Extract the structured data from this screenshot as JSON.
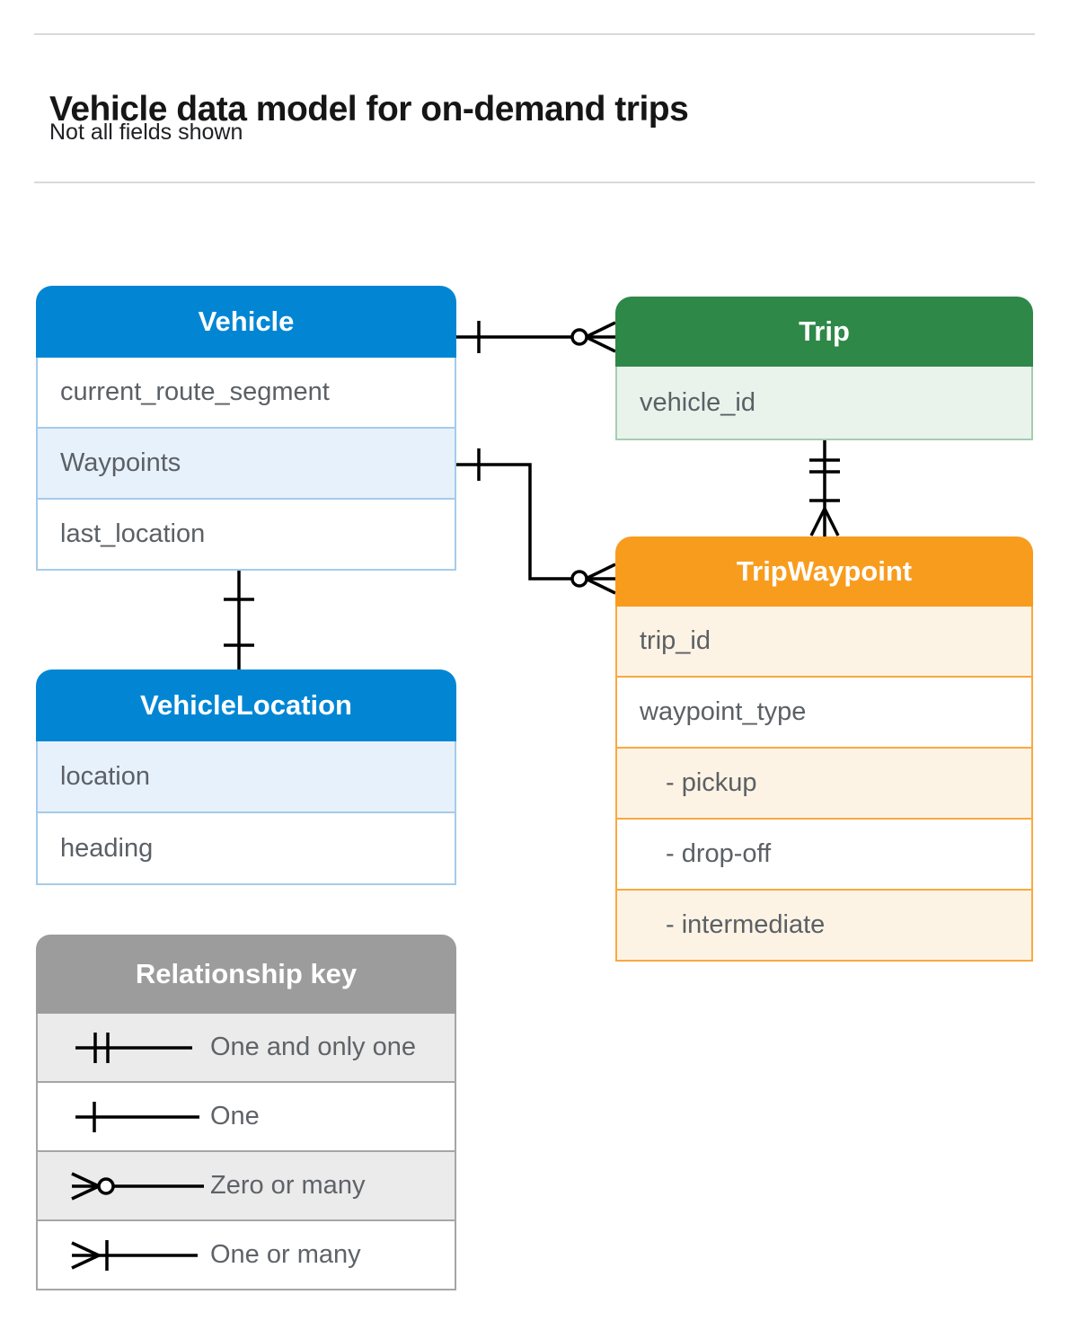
{
  "page": {
    "title": "Vehicle data model for on-demand trips",
    "subtitle": "Not all fields shown"
  },
  "colors": {
    "blue_header": "#0286d4",
    "blue_highlight_row": "#e7f1fc",
    "blue_border": "#a5cbea",
    "green_header": "#2e8848",
    "green_highlight_row": "#e9f3ec",
    "green_border": "#a3ceb0",
    "orange_header": "#f89c1e",
    "orange_highlight_row": "#fdf3e4",
    "orange_border": "#f9a940",
    "gray_header": "#9c9c9c",
    "gray_highlight_row": "#ebebeb",
    "row_text": "#5f6368",
    "connector_line": "#000000"
  },
  "tables": {
    "vehicle": {
      "title": "Vehicle",
      "rows": [
        {
          "label": "current_route_segment",
          "highlight": false
        },
        {
          "label": "Waypoints",
          "highlight": true
        },
        {
          "label": "last_location",
          "highlight": false
        }
      ]
    },
    "trip": {
      "title": "Trip",
      "rows": [
        {
          "label": "vehicle_id",
          "highlight": true
        }
      ]
    },
    "trip_waypoint": {
      "title": "TripWaypoint",
      "rows": [
        {
          "label": "trip_id",
          "highlight": true
        },
        {
          "label": "waypoint_type",
          "highlight": false
        },
        {
          "label": "- pickup",
          "highlight": true,
          "indent": true
        },
        {
          "label": "- drop-off",
          "highlight": false,
          "indent": true
        },
        {
          "label": "- intermediate",
          "highlight": true,
          "indent": true
        }
      ]
    },
    "vehicle_location": {
      "title": "VehicleLocation",
      "rows": [
        {
          "label": "location",
          "highlight": true
        },
        {
          "label": "heading",
          "highlight": false
        }
      ]
    }
  },
  "legend": {
    "title": "Relationship key",
    "items": [
      {
        "label": "One and only one",
        "symbol": "one-and-only-one"
      },
      {
        "label": "One",
        "symbol": "one"
      },
      {
        "label": "Zero or many",
        "symbol": "zero-or-many"
      },
      {
        "label": "One or many",
        "symbol": "one-or-many"
      }
    ]
  },
  "relationships": [
    {
      "from": "Vehicle",
      "to": "Trip",
      "from_cardinality": "one",
      "to_cardinality": "zero-or-many"
    },
    {
      "from": "Vehicle.Waypoints",
      "to": "TripWaypoint",
      "from_cardinality": "one",
      "to_cardinality": "zero-or-many"
    },
    {
      "from": "Trip",
      "to": "TripWaypoint",
      "from_cardinality": "one-and-only-one",
      "to_cardinality": "one-or-many"
    },
    {
      "from": "Vehicle",
      "to": "VehicleLocation",
      "from_cardinality": "one",
      "to_cardinality": "one"
    }
  ]
}
